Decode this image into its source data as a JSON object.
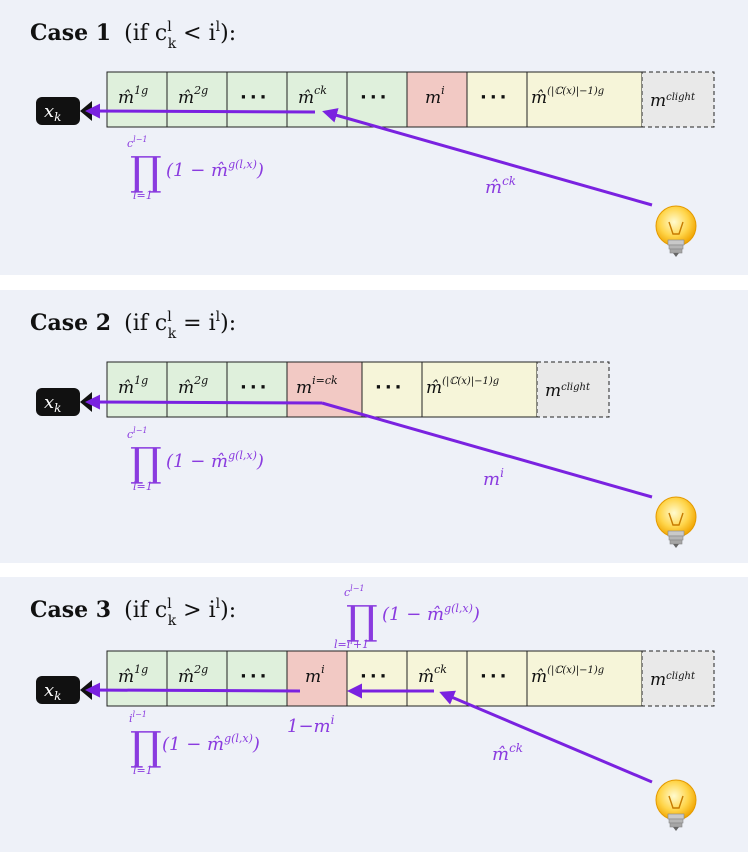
{
  "cases": [
    {
      "title_bold": "Case 1",
      "title_rest": "(if c",
      "title_sup": "l",
      "title_sub": "k",
      "title_cmp": " < i",
      "title_end_sup": "l",
      "title_close": "):",
      "cells": [
        "m̂",
        "m̂",
        "···",
        "m̂",
        "···",
        "m",
        "···",
        "m̂",
        "m"
      ],
      "cell_sups": [
        "1g",
        "2g",
        "",
        "ck",
        "",
        "i",
        "",
        "(|ℂ(x)|−1)g",
        "clight"
      ],
      "path_label": "m̂",
      "path_label_sup": "ck",
      "prod_top": "c",
      "prod_top_tail": "l−1",
      "prod_bottom": "l=1",
      "prod_expr": "(1 − m̂",
      "prod_expr_sup": "g(l,x)",
      "prod_close": ")"
    },
    {
      "title_bold": "Case 2",
      "title_rest": "(if c",
      "title_sup": "l",
      "title_sub": "k",
      "title_cmp": " = i",
      "title_end_sup": "l",
      "title_close": "):",
      "cells": [
        "m̂",
        "m̂",
        "···",
        "m",
        "···",
        "m̂",
        "m"
      ],
      "cell_sups": [
        "1g",
        "2g",
        "",
        "i=ck",
        "",
        "(|ℂ(x)|−1)g",
        "clight"
      ],
      "path_label": "m",
      "path_label_sup": "i",
      "prod_top": "c",
      "prod_top_tail": "l−1",
      "prod_bottom": "l=1",
      "prod_expr": "(1 − m̂",
      "prod_expr_sup": "g(l,x)",
      "prod_close": ")"
    },
    {
      "title_bold": "Case 3",
      "title_rest": "(if c",
      "title_sup": "l",
      "title_sub": "k",
      "title_cmp": " > i",
      "title_end_sup": "l",
      "title_close": "):",
      "cells": [
        "m̂",
        "m̂",
        "···",
        "m",
        "···",
        "m̂",
        "···",
        "m̂",
        "m"
      ],
      "cell_sups": [
        "1g",
        "2g",
        "",
        "i",
        "",
        "ck",
        "",
        "(|ℂ(x)|−1)g",
        "clight"
      ],
      "path_label": "m̂",
      "path_label_sup": "ck",
      "mid_label": "1−m",
      "mid_label_sup": "i",
      "prod_top": "i",
      "prod_top_tail": "l−1",
      "prod_bottom": "l=1",
      "prod_expr": "(1 − m̂",
      "prod_expr_sup": "g(l,x)",
      "prod_close": ")",
      "prod2_top": "c",
      "prod2_top_tail": "l−1",
      "prod2_bottom": "l=i",
      "prod2_bottom_sup": "l",
      "prod2_bottom_tail": "+1",
      "prod2_expr": "(1 − m̂",
      "prod2_expr_sup": "g(l,x)",
      "prod2_close": ")"
    }
  ],
  "camera_label": "x",
  "camera_sub": "k",
  "colors": {
    "panel": "#eef1f8",
    "arrow": "#7a22e0",
    "green": "#dff0dc",
    "red": "#f2c9c4",
    "yellow": "#f6f5d9",
    "gray": "#e9e9e9"
  },
  "icons": [
    "camera-icon",
    "light-bulb-icon"
  ]
}
